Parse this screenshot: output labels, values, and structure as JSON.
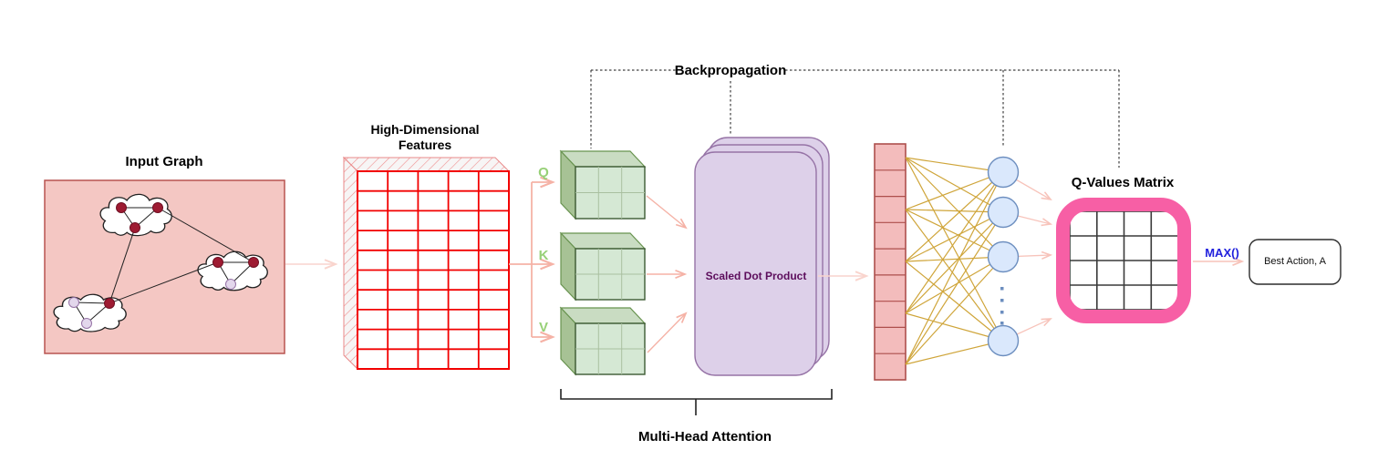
{
  "input_graph": {
    "title": "Input Graph"
  },
  "features": {
    "title_line1": "High-Dimensional",
    "title_line2": "Features"
  },
  "qkv": {
    "q": "Q",
    "k": "K",
    "v": "V"
  },
  "scaled_dot_product": {
    "label": "Scaled Dot Product"
  },
  "backpropagation": {
    "label": "Backpropagation"
  },
  "multi_head_attention": {
    "label": "Multi-Head Attention"
  },
  "q_values": {
    "title": "Q-Values Matrix"
  },
  "output": {
    "max_label": "MAX()",
    "best_action_label": "Best Action, A"
  },
  "colors": {
    "input_graph_fill": "#f4c7c3",
    "input_graph_border": "#b85450",
    "node_dark": "#9e1b32",
    "node_light": "#e3d7ec",
    "node_light_border": "#9673a6",
    "matrix_red": "#f20000",
    "qkv_green": "#97d077",
    "cube_front_fill": "#d5e8d4",
    "cube_top_fill": "#c9dcc2",
    "cube_left_fill": "#a7c295",
    "cube_border": "#68934f",
    "purple_fill": "#ddd0e9",
    "purple_border": "#9673a6",
    "sdp_text": "#5c0d5c",
    "vector_fill": "#f3bcbc",
    "vector_border": "#ad4f4c",
    "gold_line": "#cfa53a",
    "neuron_fill": "#dae8fc",
    "neuron_border": "#6c8ebf",
    "qmatrix_pink": "#f75fa5",
    "max_blue": "#2121dd",
    "arrow_salmon": "#f5b2a6",
    "arrow_salmon_light": "#f9d4cd",
    "dashed_line": "#404040"
  }
}
